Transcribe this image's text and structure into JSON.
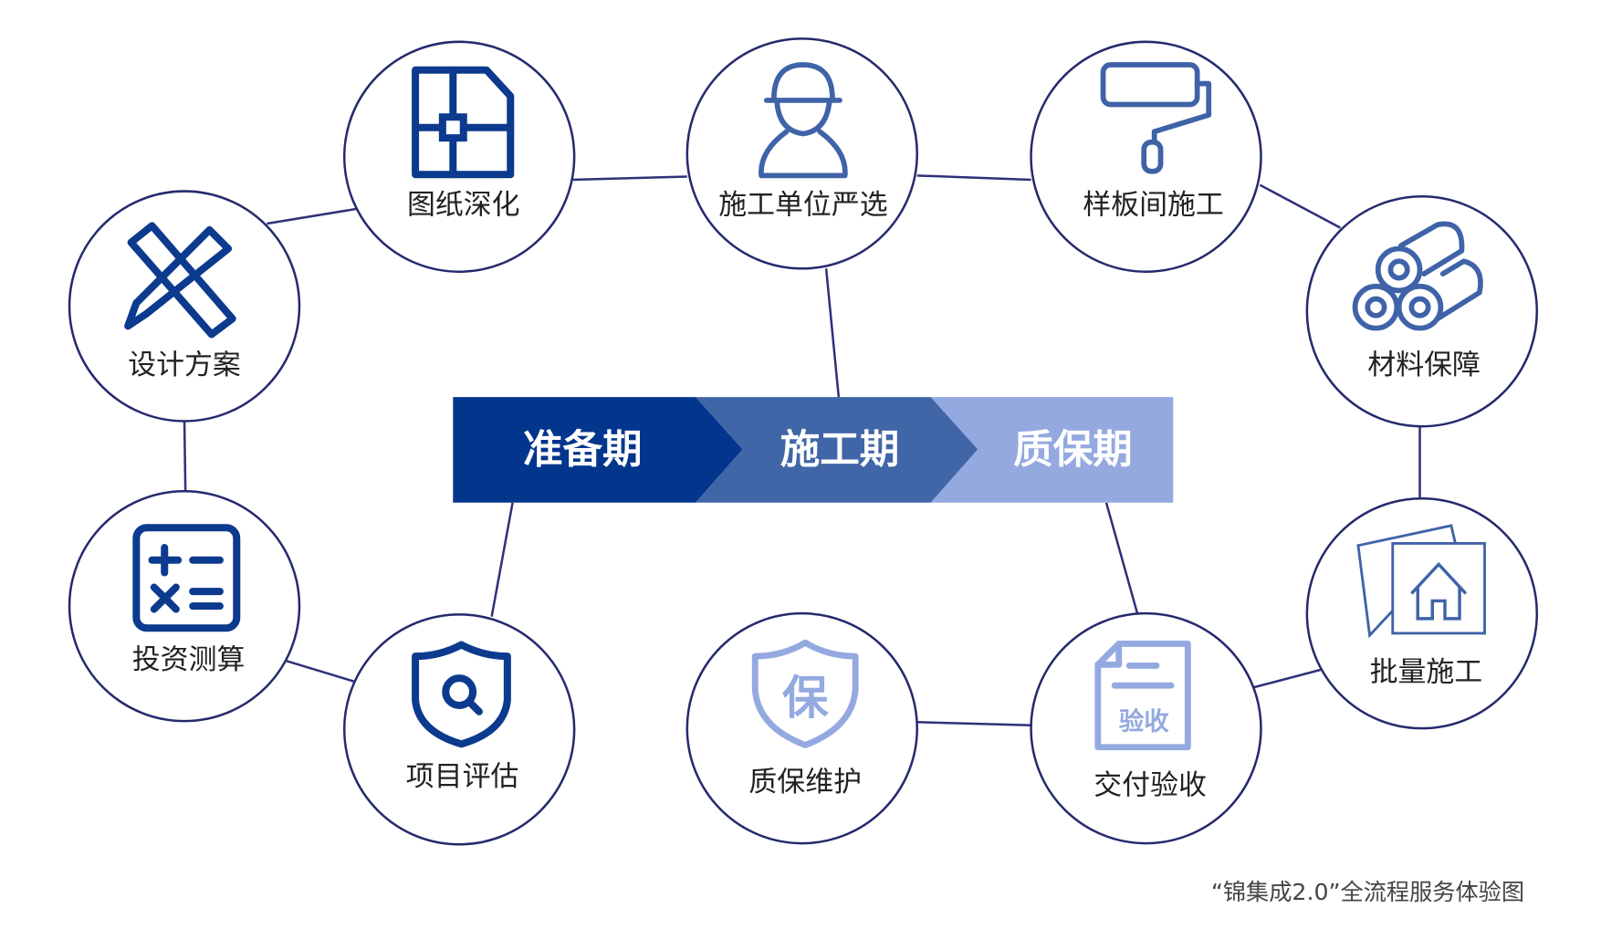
{
  "phases": [
    {
      "label": "准备期",
      "color": "#02358c"
    },
    {
      "label": "施工期",
      "color": "#4066a8"
    },
    {
      "label": "质保期",
      "color": "#94a9e0"
    }
  ],
  "nodes": {
    "design_plan": "设计方案",
    "drawing_detail": "图纸深化",
    "contractor_selection": "施工单位严选",
    "model_room": "样板间施工",
    "material_supply": "材料保障",
    "batch_construction": "批量施工",
    "delivery_acceptance": "交付验收",
    "warranty_maintenance": "质保维护",
    "project_evaluation": "项目评估",
    "investment_calc": "投资测算"
  },
  "icons": {
    "warranty_glyph": "保",
    "acceptance_glyph": "验收"
  },
  "caption": "“锦集成2.0”全流程服务体验图"
}
